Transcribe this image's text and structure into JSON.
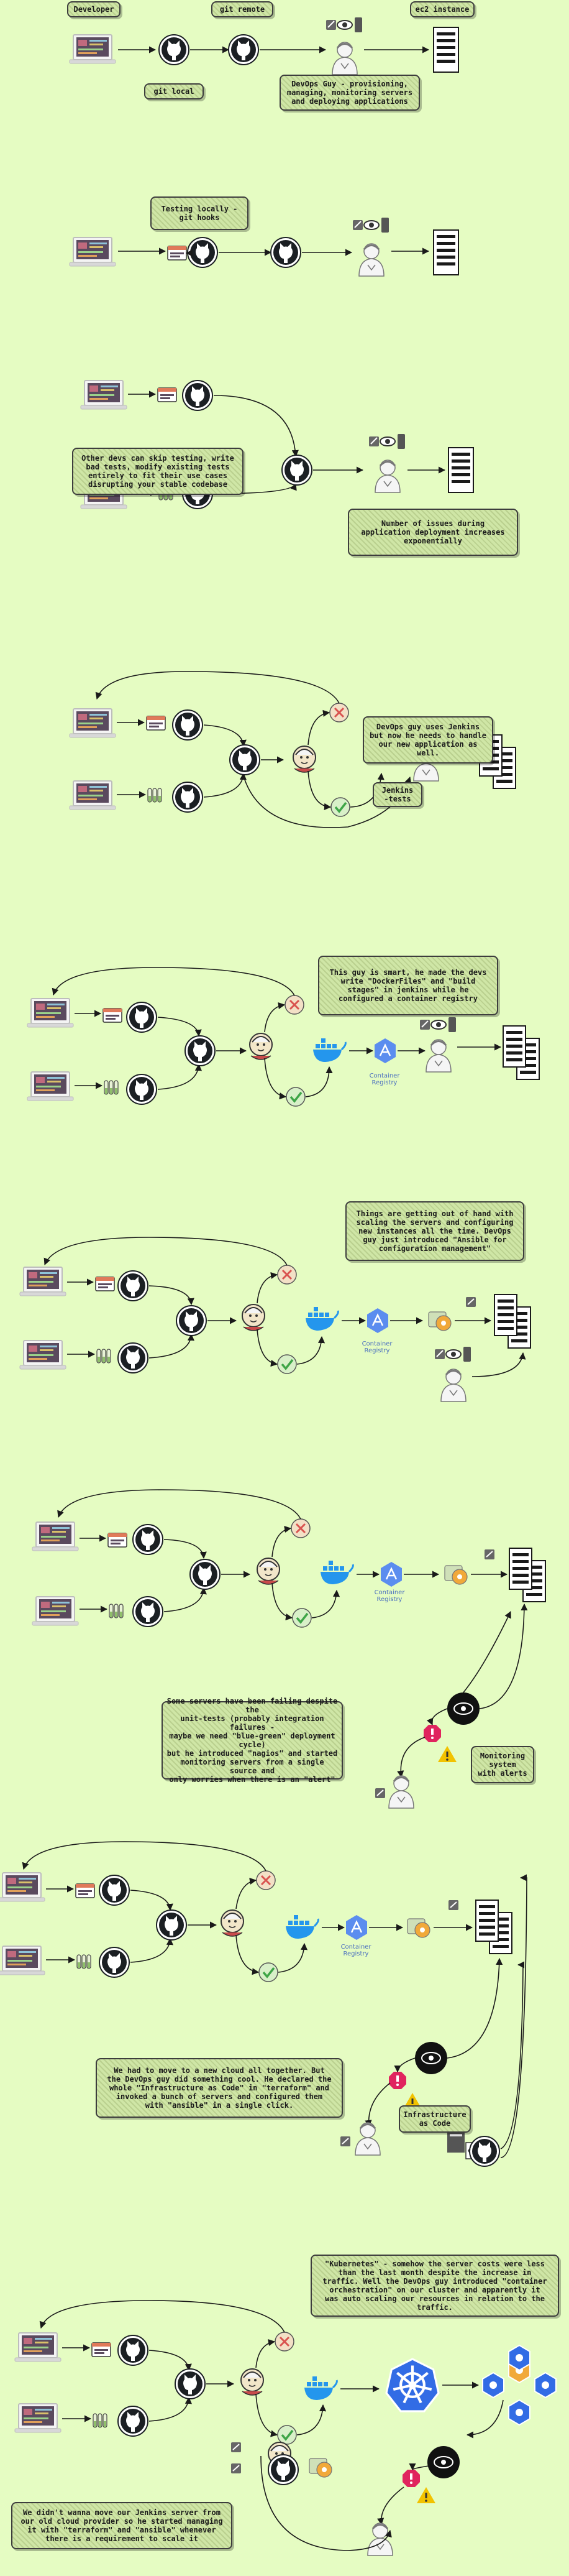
{
  "notes": {
    "developer": "Developer",
    "git_remote": "git remote",
    "ec2_instance": "ec2 instance",
    "git_local": "git local",
    "devops_guy": "DevOps Guy - provisioning,\nmanaging, monitoring servers\nand deploying applications",
    "testing_locally": "Testing locally -\ngit hooks",
    "other_devs": "Other devs can skip testing, write\nbad tests, modify existing tests\nentirely to fit their use cases\ndisrupting your stable codebase",
    "issues_growing": "Number of issues during\napplication deployment increases\nexponentially",
    "uses_jenkins": "DevOps guy uses Jenkins\nbut now he needs to handle\nour new application as\nwell.",
    "jenkins_tests": "Jenkins\n-tests",
    "smart_guy": "This guy is smart, he made the devs\nwrite \"DockerFiles\" and \"build\nstages\" in jenkins while he\nconfigured a container registry",
    "getting_out_of_hand": "Things are getting out of hand with\nscaling the servers and configuring\nnew instances all the time. DevOps\nguy just introduced \"Ansible for\nconfiguration management\"",
    "servers_failing": "Some servers have been failing despite the\nunit-tests (probably integration failures -\nmaybe we need \"blue-green\" deployment cycle)\nbut he introduced \"nagios\" and started\nmonitoring servers from a single source and\nonly worries when there is an \"alert\"",
    "monitoring_alerts": "Monitoring\nsystem\nwith alerts",
    "new_cloud": "We had to move to a new cloud all together. But\nthe DevOps guy did something cool. He declared the\nwhole \"Infrastructure as Code\" in \"terraform\" and\ninvoked a bunch of servers and configured them\nwith \"ansible\" in a single click.",
    "infra_as_code": "Infrastructure\nas Code",
    "kubernetes": "\"Kubernetes\" - somehow the server costs were less\nthan the last month despite the increase in\ntraffic. Well the DevOps guy introduced \"container\norchestration\" on our cluster and apparently it\nwas auto scaling our resources in relation to the\ntraffic.",
    "moved_jenkins": "We didn't wanna move our Jenkins server from\nour old cloud provider so he started managing\nit with \"terraform\" and \"ansible\" whenever\nthere is a requirement to scale it"
  },
  "labels": {
    "container_registry": "Container\nRegistry"
  },
  "colors": {
    "background": "#e5fcc2",
    "note_fill": "#cfe6a6",
    "github_dark": "#1b1f23",
    "docker_blue": "#2496ed",
    "registry_blue": "#5b8def",
    "k8s_blue": "#326ce5",
    "check_green": "#3ea547",
    "fail_red": "#d9534f"
  },
  "icons": [
    "laptop-icon",
    "git-icon",
    "github-icon",
    "server-icon",
    "devops-person-icon",
    "eye-icon",
    "jenkins-icon",
    "docker-icon",
    "registry-icon",
    "ansible-icon",
    "nagios-icon",
    "alert-icon",
    "warning-icon",
    "terraform-icon",
    "kubernetes-icon",
    "check-icon",
    "cross-icon"
  ]
}
